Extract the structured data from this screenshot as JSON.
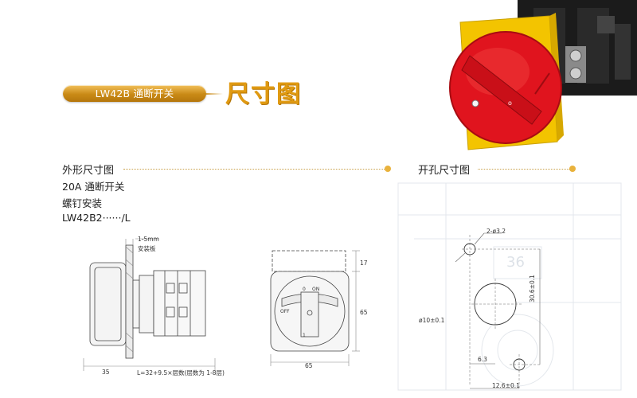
{
  "header": {
    "product_label": "LW42B 通断开关",
    "title": "尺寸图"
  },
  "sections": {
    "outline": {
      "heading": "外形尺寸图",
      "specs": [
        "20A 通断开关",
        "螺钉安装",
        "LW42B2······/L"
      ]
    },
    "cutout": {
      "heading": "开孔尺寸图"
    }
  },
  "side_view": {
    "panel_thickness": "1-5mm",
    "panel_label": "安装板",
    "front_depth": "35",
    "length_formula": "L=32+9.5×层数(层数为 1-8层)"
  },
  "front_view": {
    "top_offset": "17",
    "height": "65",
    "width": "65",
    "marks": {
      "off": "OFF",
      "on": "ON",
      "zero": "0",
      "one": "1"
    }
  },
  "cutout_view": {
    "screw_holes": "2-ø3.2",
    "center_hole": "ø10±0.1",
    "vertical_spacing": "30.6±0.1",
    "horizontal_offset": "6.3",
    "horizontal_spacing": "12.6±0.1"
  },
  "background": {
    "blueprint_mark": "36"
  },
  "colors": {
    "accent": "#e09a12",
    "pill": "#c98a16",
    "knob_red": "#e0141e",
    "plate_yellow": "#f3c400"
  }
}
